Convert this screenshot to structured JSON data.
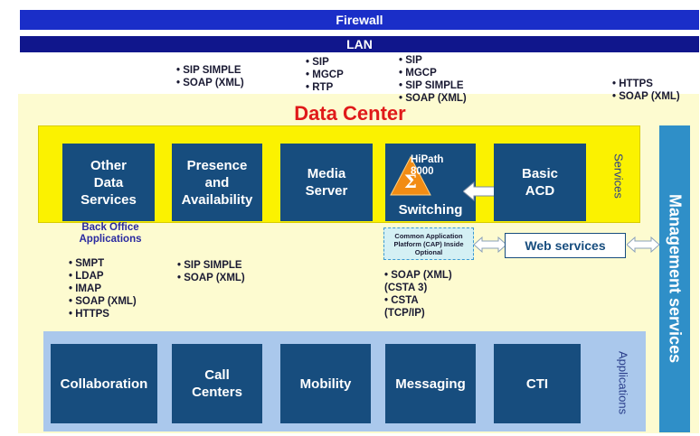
{
  "firewall": "Firewall",
  "lan": "LAN",
  "title": "Data Center",
  "protocols_top": {
    "p1": [
      "SIP SIMPLE",
      "SOAP (XML)"
    ],
    "p2": [
      "SIP",
      "MGCP",
      "RTP"
    ],
    "p3": [
      "SIP",
      "MGCP",
      "SIP SIMPLE",
      "SOAP (XML)"
    ],
    "p4": [
      "HTTPS",
      "SOAP (XML)"
    ]
  },
  "services": {
    "label": "Services",
    "boxes": [
      "Other\nData\nServices",
      "Presence\nand\nAvailability",
      "Media\nServer",
      "Basic\nACD"
    ],
    "hipath": "HiPath\n8000",
    "switching": "Switching",
    "back_office": "Back Office\nApplications",
    "cap": "Common Application\nPlatform (CAP) Inside\nOptional",
    "web_services": "Web services"
  },
  "protocols_mid": {
    "m1": [
      "SMPT",
      "LDAP",
      "IMAP",
      "SOAP (XML)",
      "HTTPS"
    ],
    "m2": [
      "SIP SIMPLE",
      "SOAP (XML)"
    ],
    "m3": [
      "SOAP (XML)\n(CSTA 3)",
      "CSTA\n(TCP/IP)"
    ]
  },
  "management": "Management services",
  "applications": {
    "label": "Applications",
    "boxes": [
      "Collaboration",
      "Call\nCenters",
      "Mobility",
      "Messaging",
      "CTI"
    ]
  },
  "colors": {
    "firewall": "#1a2ec8",
    "lan": "#10168c",
    "box": "#174d7e",
    "services_bg": "#fbf200",
    "apps_bg": "#aac8ec",
    "management": "#2f8fc8",
    "title": "#e01a1a"
  }
}
